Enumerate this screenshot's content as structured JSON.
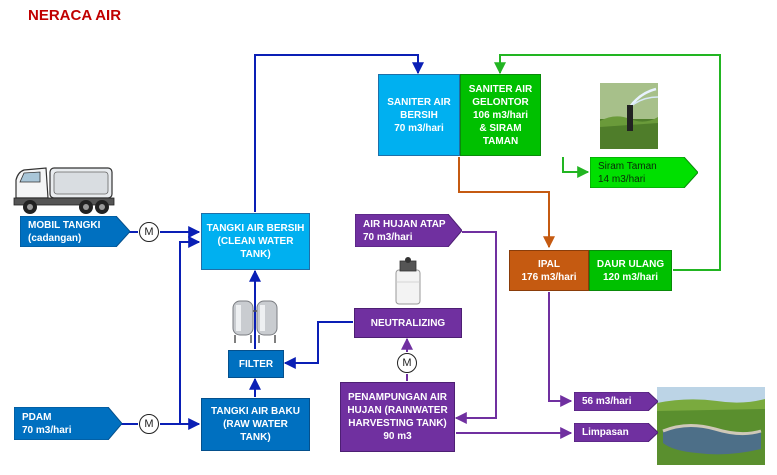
{
  "title": "NERACA AIR",
  "sources": {
    "mobil_tangki": "MOBIL TANGKI\n(cadangan)",
    "pdam": "PDAM\n70 m3/hari",
    "air_hujan_atap": "AIR HUJAN ATAP\n70 m3/hari"
  },
  "tanks": {
    "tangki_air_bersih": "TANGKI AIR BERSIH\n(CLEAN WATER\nTANK)",
    "tangki_air_baku": "TANGKI AIR BAKU\n(RAW WATER\nTANK)",
    "filter": "FILTER",
    "neutralizing": "NEUTRALIZING",
    "penampungan": "PENAMPUNGAN AIR\nHUJAN (RAINWATER\nHARVESTING TANK)\n90 m3"
  },
  "users": {
    "saniter_bersih": "SANITER AIR\nBERSIH\n70 m3/hari",
    "saniter_gelontor": "SANITER AIR\nGELONTOR\n106 m3/hari\n& SIRAM\nTAMAN",
    "siram_taman": "Siram Taman\n14 m3/hari"
  },
  "treatment": {
    "ipal": "IPAL\n176 m3/hari",
    "daur_ulang": "DAUR ULANG\n120 m3/hari"
  },
  "outputs": {
    "discharge": "56 m3/hari",
    "limpasan": "Limpasan"
  },
  "motor_label": "M",
  "colors": {
    "blue_line": "#0a1fb5",
    "green_line": "#22b522",
    "orange_line": "#c55a11",
    "purple_line": "#7030a0"
  }
}
